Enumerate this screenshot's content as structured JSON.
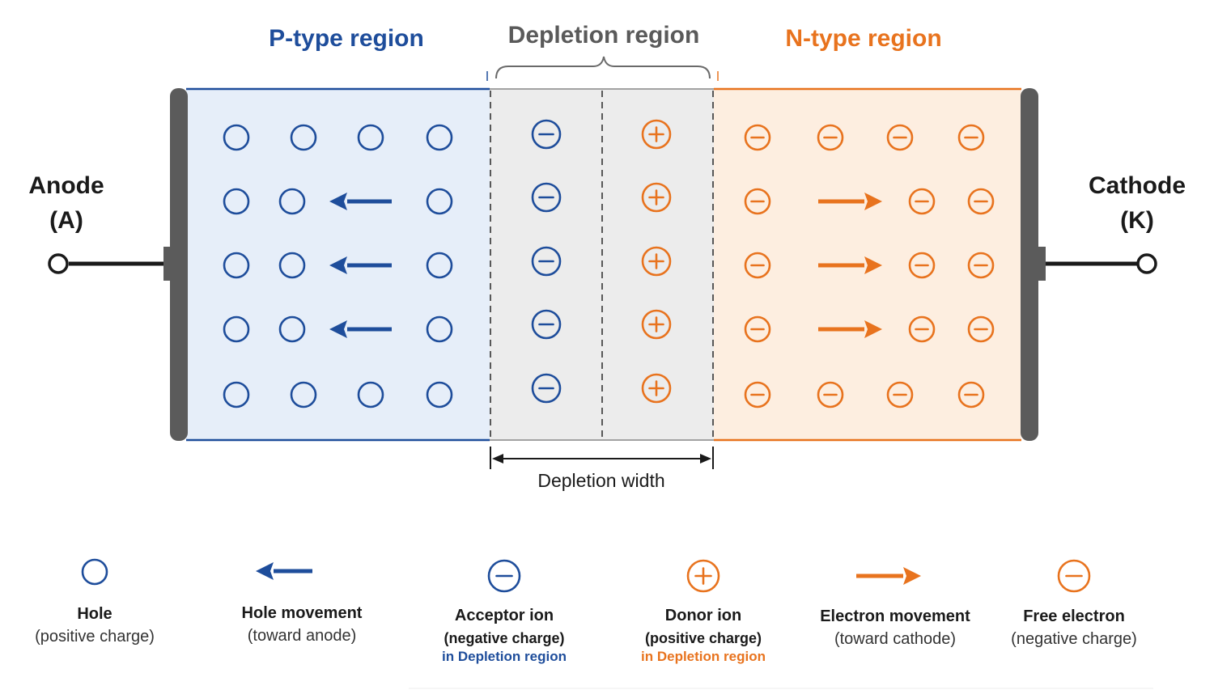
{
  "regions": {
    "p_label": "P-type region",
    "depletion_label": "Depletion region",
    "n_label": "N-type region"
  },
  "terminals": {
    "anode_name": "Anode",
    "anode_symbol": "(A)",
    "cathode_name": "Cathode",
    "cathode_symbol": "(K)"
  },
  "depletion_width_label": "Depletion width",
  "legend": [
    {
      "key": "hole",
      "icon": "hole-circle-icon",
      "title": "Hole",
      "subtitle": "(positive charge)",
      "note": ""
    },
    {
      "key": "hole-movement",
      "icon": "arrow-left-icon",
      "title": "Hole movement",
      "subtitle": "(toward anode)",
      "note": ""
    },
    {
      "key": "acceptor-ion",
      "icon": "minus-circle-icon",
      "title": "Acceptor ion",
      "subtitle": "(negative charge)",
      "note": "in Depletion region"
    },
    {
      "key": "donor-ion",
      "icon": "plus-circle-icon",
      "title": "Donor ion",
      "subtitle": "(positive charge)",
      "note": "in Depletion region"
    },
    {
      "key": "electron-movement",
      "icon": "arrow-right-icon",
      "title": "Electron movement",
      "subtitle": "(toward cathode)",
      "note": ""
    },
    {
      "key": "free-electron",
      "icon": "minus-circle-icon",
      "title": "Free electron",
      "subtitle": "(negative charge)",
      "note": ""
    }
  ],
  "colors": {
    "p_accent": "#1e4d9b",
    "n_accent": "#e8731e",
    "depletion_text": "#555555",
    "p_fill": "#e6eef9",
    "n_fill": "#fdeee0",
    "depletion_fill": "#ececec",
    "contact": "#5b5b5b"
  }
}
